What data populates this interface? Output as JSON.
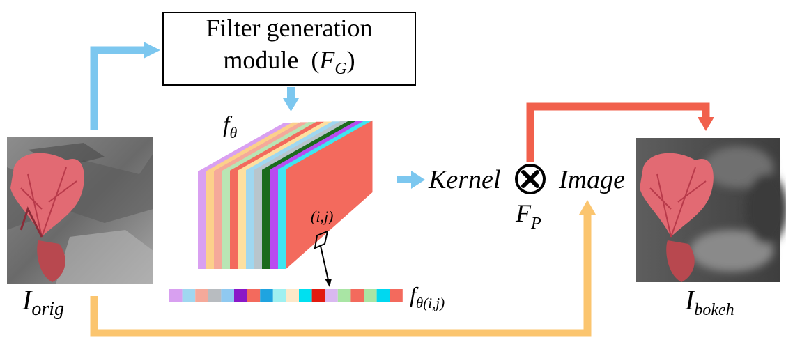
{
  "module": {
    "line1": "Filter generation",
    "line2": "module",
    "symbol": "F",
    "symbol_sub": "G"
  },
  "labels": {
    "f_theta": "f",
    "f_theta_sub": "θ",
    "ij": "(i,j)",
    "f_theta_ij": "f",
    "f_theta_ij_sub": "θ(i,j)",
    "kernel": "Kernel",
    "image": "Image",
    "fp": "F",
    "fp_sub": "P",
    "i_orig": "I",
    "i_orig_sub": "orig",
    "i_bokeh": "I",
    "i_bokeh_sub": "bokeh"
  },
  "colors": {
    "blue_arrow": "#7cc7ef",
    "orange_arrow": "#fbc56f",
    "red_arrow": "#f1604c",
    "front_filter": "#f36a5d"
  },
  "filter_stack_colors": [
    "#d9a0f1",
    "#fcd08b",
    "#f5a99a",
    "#b9e5b4",
    "#f36a5d",
    "#fde0a0",
    "#9fd7f0",
    "#b8c5cc",
    "#1b6b1d",
    "#b94cf0",
    "#3ee6f0",
    "#f36a5d"
  ],
  "vector_colors": [
    "#d8a0f0",
    "#9fd7f0",
    "#f5a99a",
    "#b8bcc0",
    "#8fc9f0",
    "#8a18c8",
    "#f36a5d",
    "#1fa4e0",
    "#9ff0f0",
    "#fde8c8",
    "#00e0f0",
    "#e21b10",
    "#d9b8f0",
    "#a9e5a4",
    "#f36a5d",
    "#a9e5a4",
    "#00d8f0",
    "#f36a5d"
  ],
  "icons": [
    "otimes-icon"
  ]
}
